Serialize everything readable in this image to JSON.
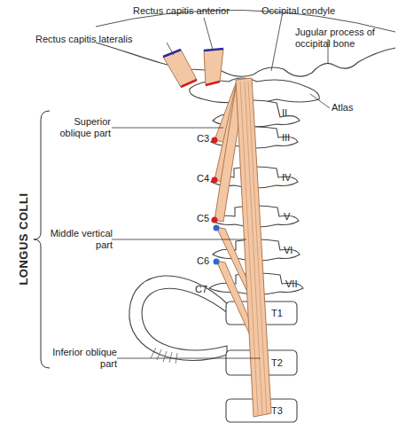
{
  "diagram": {
    "labels": [
      "Rectus capitis anterior",
      "Occipital condyle",
      "Rectus capitis lateralis",
      "Jugular process of occipital bone",
      "Atlas",
      "II",
      "Superior oblique part",
      "III",
      "C3",
      "C4",
      "IV",
      "V",
      "Middle vertical part",
      "C5",
      "VI",
      "C6",
      "C7",
      "VII",
      "LONGUS COLLI",
      "T1",
      "Inferior oblique part",
      "T2",
      "T3"
    ]
  }
}
